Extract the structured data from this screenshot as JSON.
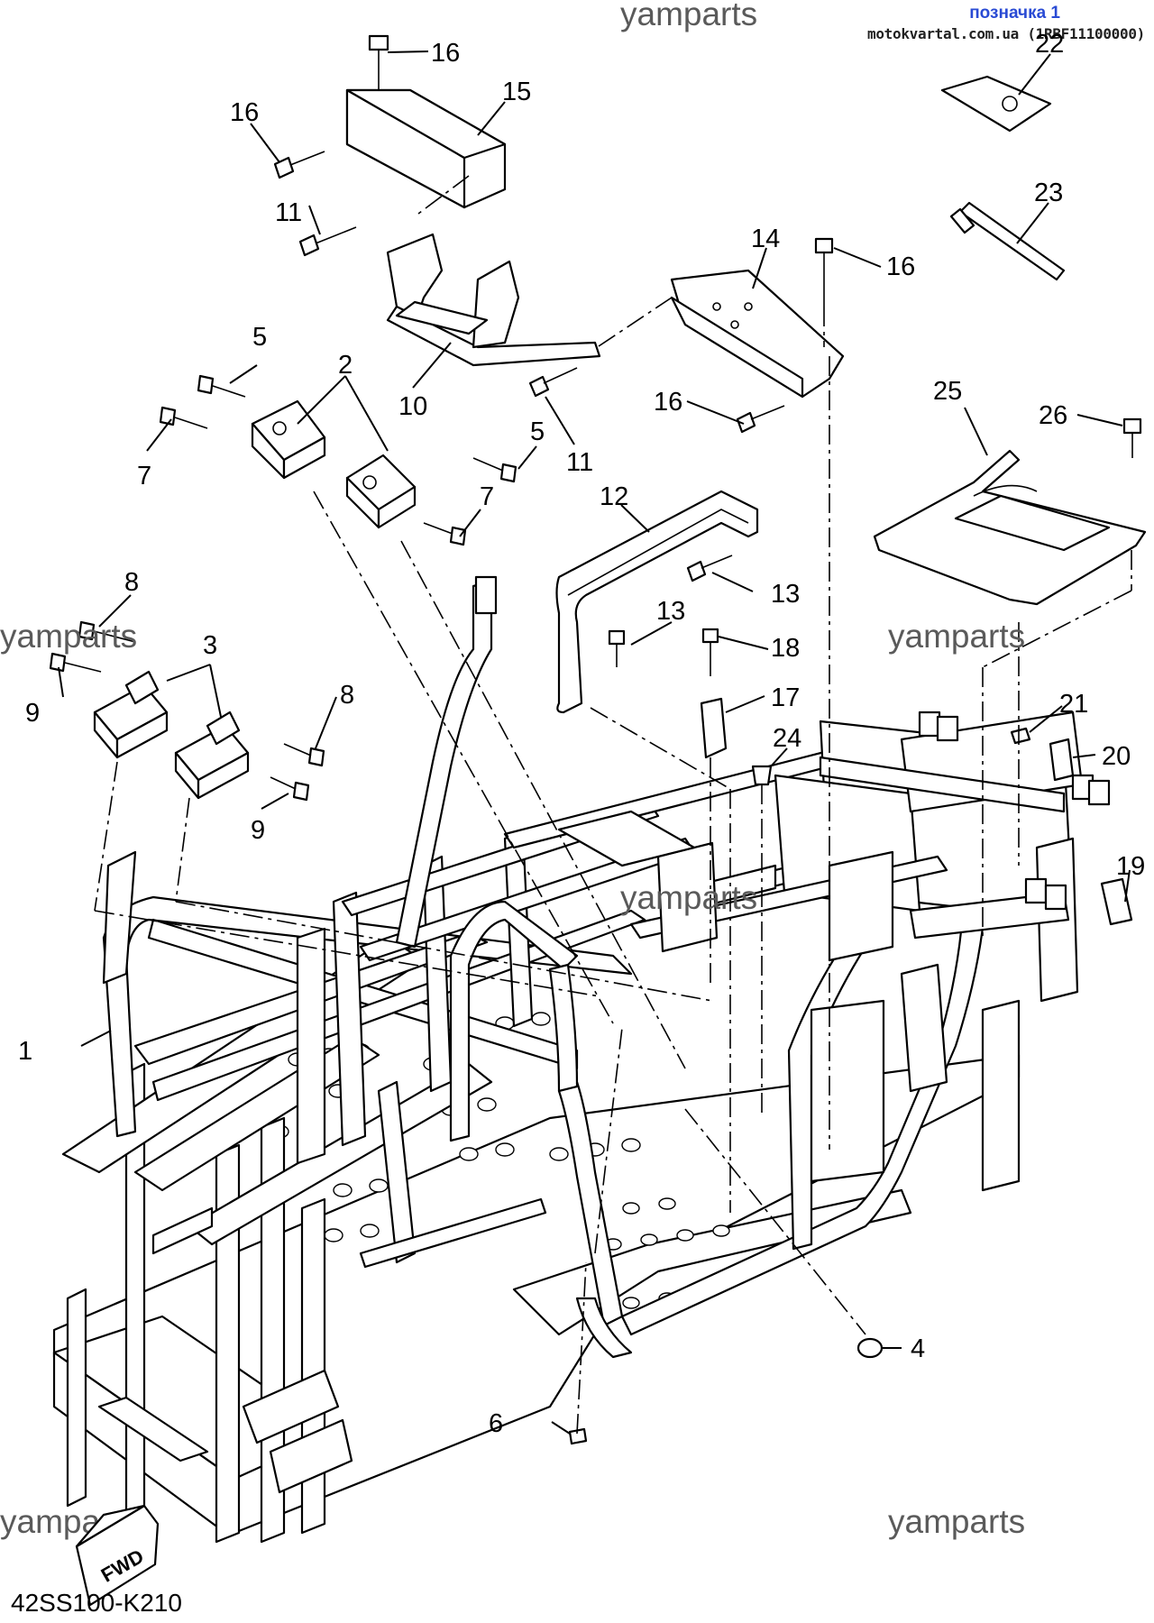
{
  "header": {
    "badge": "позначка 1",
    "site_line": "motokvartal.com.ua (1RBF11100000)"
  },
  "watermark": "yamparts",
  "diagram_code": "42SS100-K210",
  "fwd_label": "FWD",
  "callouts": [
    "1",
    "2",
    "3",
    "4",
    "5",
    "5",
    "6",
    "7",
    "7",
    "8",
    "8",
    "9",
    "9",
    "10",
    "11",
    "11",
    "12",
    "13",
    "13",
    "14",
    "15",
    "16",
    "16",
    "16",
    "16",
    "17",
    "18",
    "19",
    "20",
    "21",
    "22",
    "23",
    "24",
    "25",
    "26"
  ]
}
